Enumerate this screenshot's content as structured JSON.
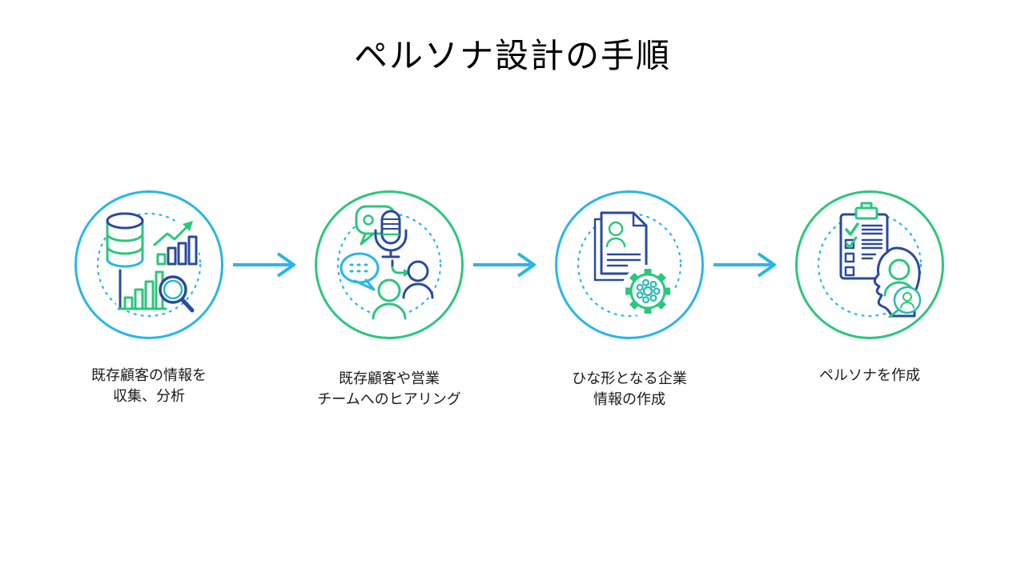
{
  "title": "ペルソナ設計の手順",
  "colors": {
    "cyan": "#29b6e8",
    "green": "#2bc77d",
    "blue": "#2a4a9d",
    "teal": "#2ab9b4",
    "text": "#1a1a1a",
    "background": "#ffffff"
  },
  "steps": [
    {
      "icon": "data-analysis-icon",
      "circle_color": "#29b6e8",
      "label_lines": [
        "既存顧客の情報を",
        "収集、分析"
      ]
    },
    {
      "icon": "interview-icon",
      "circle_color": "#2bc77d",
      "label_lines": [
        "既存顧客や営業",
        "チームへのヒアリング"
      ]
    },
    {
      "icon": "document-template-icon",
      "circle_color": "#29b6e8",
      "label_lines": [
        "ひな形となる企業",
        "情報の作成"
      ]
    },
    {
      "icon": "persona-icon",
      "circle_color": "#2bc77d",
      "label_lines": [
        "ペルソナを作成"
      ]
    }
  ],
  "arrows": {
    "count": 3,
    "color": "#29b6e8",
    "direction": "right"
  }
}
